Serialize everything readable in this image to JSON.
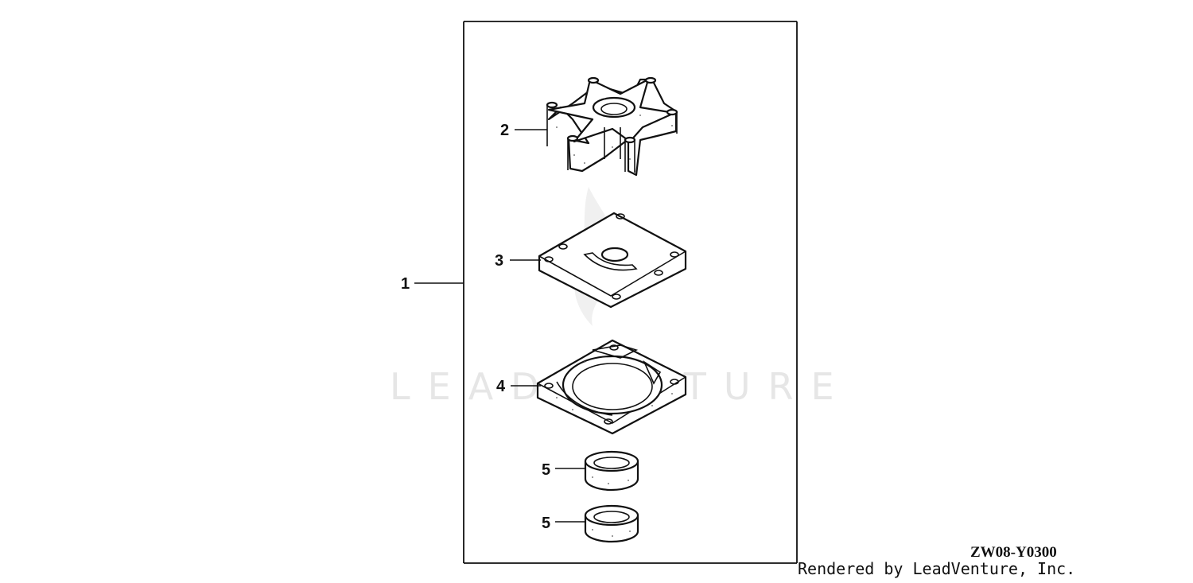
{
  "diagram": {
    "watermark": "LEADVENTURE",
    "drawing_code": "ZW08-Y0300",
    "credit": "Rendered by LeadVenture, Inc.",
    "callouts": {
      "kit": "1",
      "impeller": "2",
      "plate": "3",
      "gasket": "4",
      "seal_upper": "5",
      "seal_lower": "5"
    },
    "colors": {
      "line": "#111111",
      "watermark": "#e6e6e6",
      "background": "#ffffff"
    }
  }
}
